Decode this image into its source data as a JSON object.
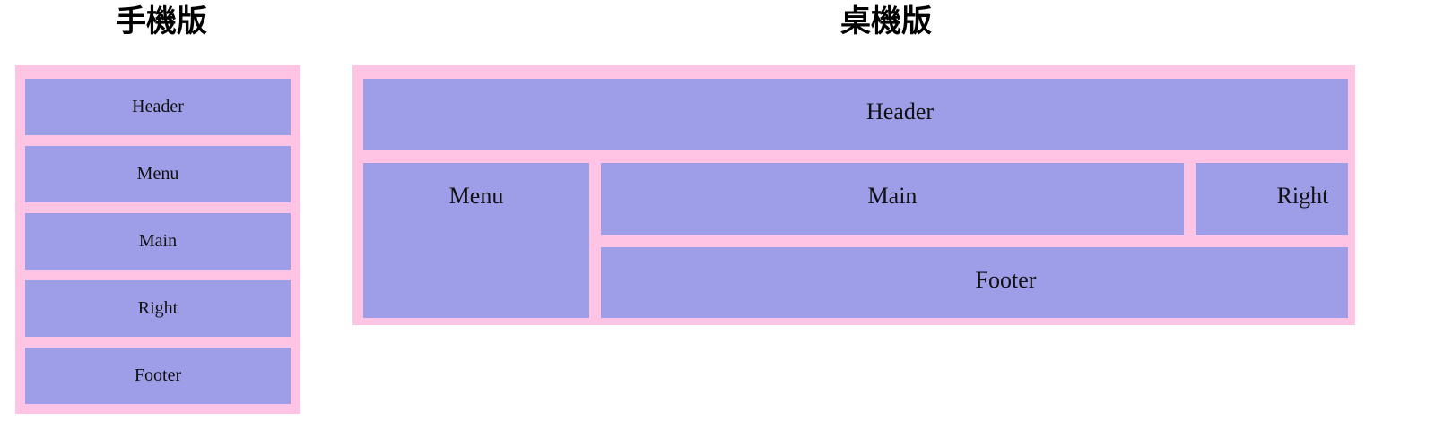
{
  "colors": {
    "panel_pink": "#ffc3e4",
    "block_purple": "#9e9ee8",
    "label_text": "#111111",
    "title_text": "#000000",
    "page_background": "#ffffff"
  },
  "mobile_panel": {
    "title": "手機版",
    "blocks": [
      {
        "label": "Header"
      },
      {
        "label": "Menu"
      },
      {
        "label": "Main"
      },
      {
        "label": "Right"
      },
      {
        "label": "Footer"
      }
    ]
  },
  "desktop_panel": {
    "title": "桌機版",
    "blocks": {
      "header": {
        "label": "Header"
      },
      "menu": {
        "label": "Menu"
      },
      "main": {
        "label": "Main"
      },
      "right": {
        "label": "Right"
      },
      "footer": {
        "label": "Footer"
      }
    }
  }
}
